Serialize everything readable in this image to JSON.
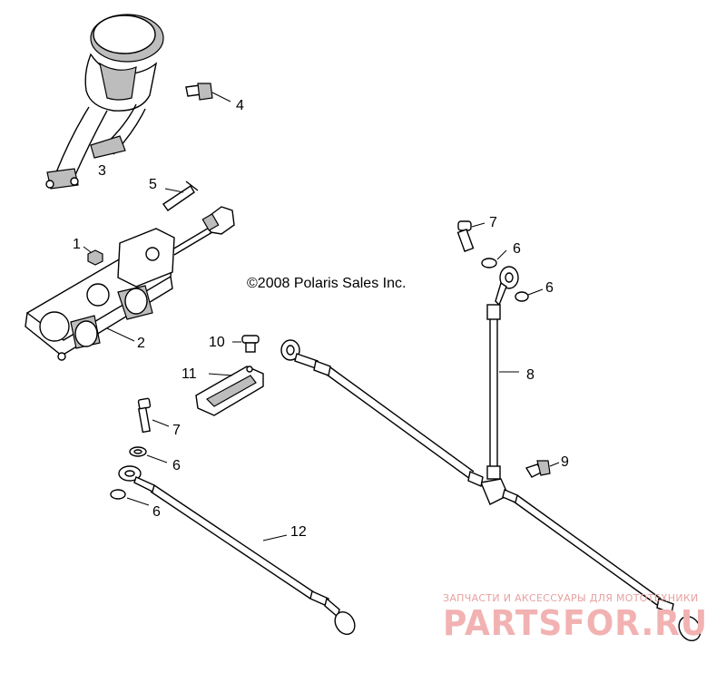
{
  "copyright": "©2008 Polaris Sales Inc.",
  "callouts": {
    "c1": "1",
    "c2": "2",
    "c3": "3",
    "c4": "4",
    "c5": "5",
    "c6a": "6",
    "c6b": "6",
    "c6c": "6",
    "c6d": "6",
    "c7a": "7",
    "c7b": "7",
    "c8": "8",
    "c9": "9",
    "c10": "10",
    "c11": "11",
    "c12": "12"
  },
  "watermark": {
    "tagline": "ЗАПЧАСТИ И АКСЕССУАРЫ ДЛЯ МОТОТЕХНИКИ",
    "brand": "PARTSFOR.RU"
  },
  "colors": {
    "watermark": "#f2b2b2",
    "lines": "#000000",
    "shading": "#bdbdbd"
  }
}
